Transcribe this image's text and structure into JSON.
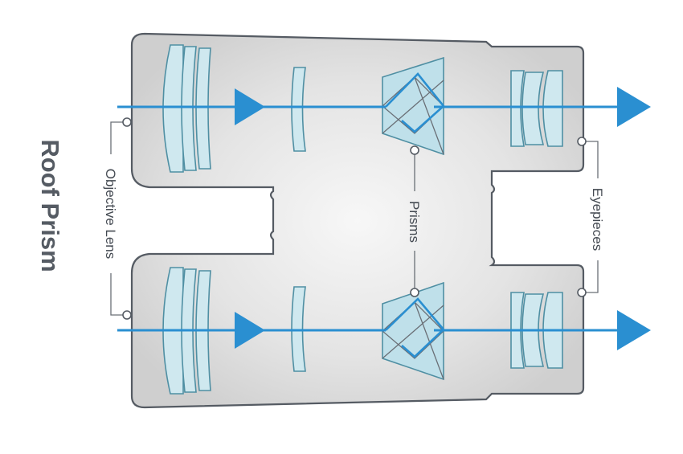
{
  "diagram": {
    "title": "Roof Prism",
    "labels": {
      "objective": "Objective Lens",
      "prisms": "Prisms",
      "eyepieces": "Eyepieces"
    },
    "colors": {
      "body_fill": "#dedede",
      "body_stroke": "#555b63",
      "light_path": "#2a8fd1",
      "glass": "#cfe8ef",
      "glass_edge": "#4f8fa3"
    }
  }
}
